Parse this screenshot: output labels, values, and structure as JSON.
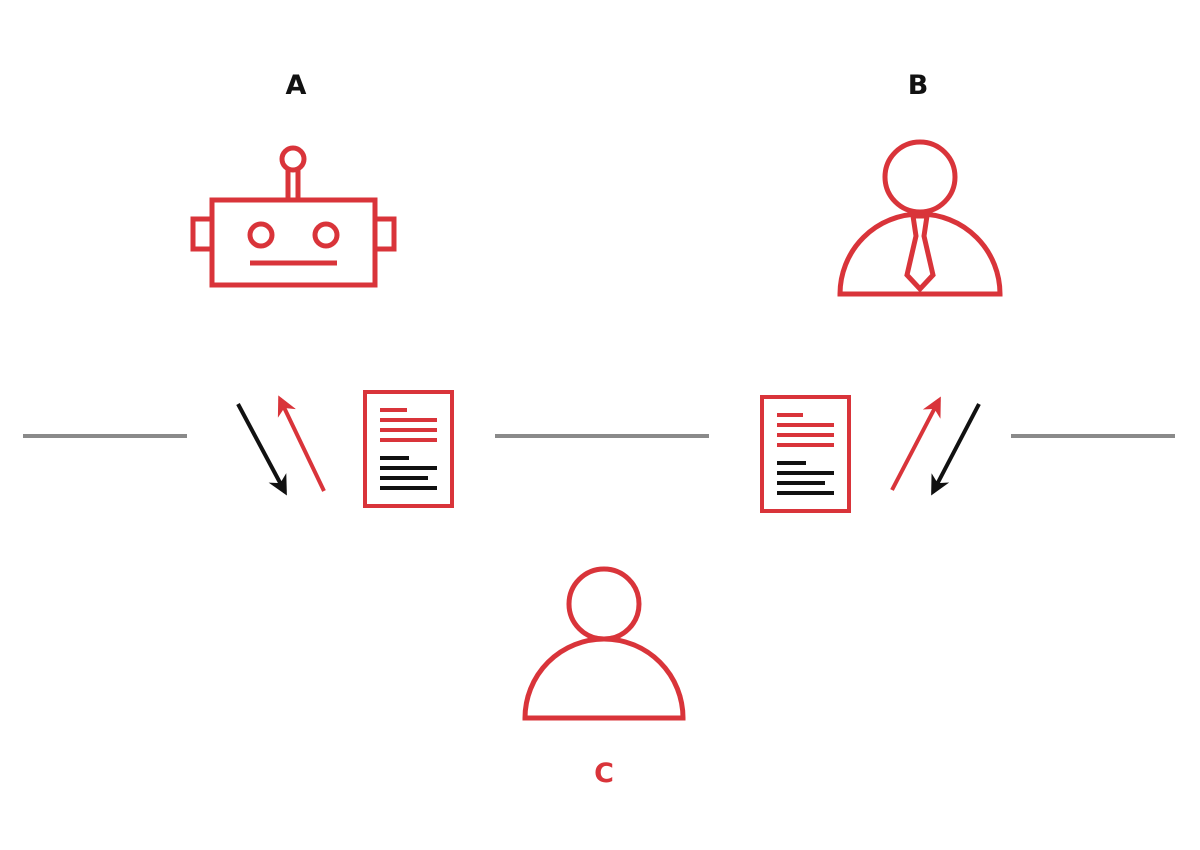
{
  "participants": {
    "a": {
      "label": "A",
      "icon": "robot-icon"
    },
    "b": {
      "label": "B",
      "icon": "person-with-tie-icon"
    },
    "c": {
      "label": "C",
      "icon": "person-icon"
    }
  },
  "colors": {
    "accent": "#d9343a",
    "dark": "#111111",
    "line": "#8a8a8a",
    "background": "#ffffff"
  }
}
